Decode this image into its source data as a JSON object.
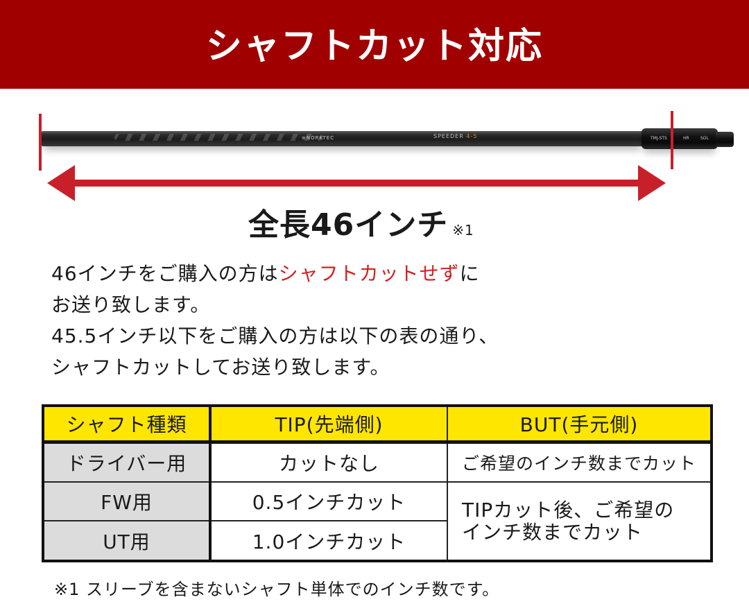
{
  "banner": {
    "title": "シャフトカット対応",
    "background_color": "#a10000"
  },
  "illustration": {
    "shaft_brand_text": "≡NORKTEC",
    "shaft_model_text": "SPEEDER",
    "shaft_model_accent": "4-5",
    "sleeve_labels": [
      "TMJ-STS",
      "HR",
      "SOL"
    ],
    "arrow_color": "#c8202a"
  },
  "length": {
    "title": "全長46インチ",
    "note_mark": "※1"
  },
  "description": {
    "line1_prefix": "46インチをご購入の方は",
    "line1_highlight": "シャフトカットせず",
    "line1_suffix": "に",
    "line2": "お送り致します。",
    "line3": "45.5インチ以下をご購入の方は以下の表の通り、",
    "line4": "シャフトカットしてお送り致します。",
    "highlight_color": "#d42020"
  },
  "table": {
    "headers": [
      "シャフト種類",
      "TIP(先端側)",
      "BUT(手元側)"
    ],
    "header_color": "#ffe600",
    "rows": [
      {
        "type": "ドライバー用",
        "tip": "カットなし",
        "but": "ご希望のインチ数までカット"
      },
      {
        "type": "FW用",
        "tip": "0.5インチカット",
        "but": "TIPカット後、ご希望のインチ数までカット"
      },
      {
        "type": "UT用",
        "tip": "1.0インチカット",
        "but": "TIPカット後、ご希望のインチ数までカット"
      }
    ],
    "merged_but_line1": "TIPカット後、ご希望の",
    "merged_but_line2": "インチ数までカット"
  },
  "footnote": {
    "text": "※1 スリーブを含まないシャフト単体でのインチ数です。"
  }
}
